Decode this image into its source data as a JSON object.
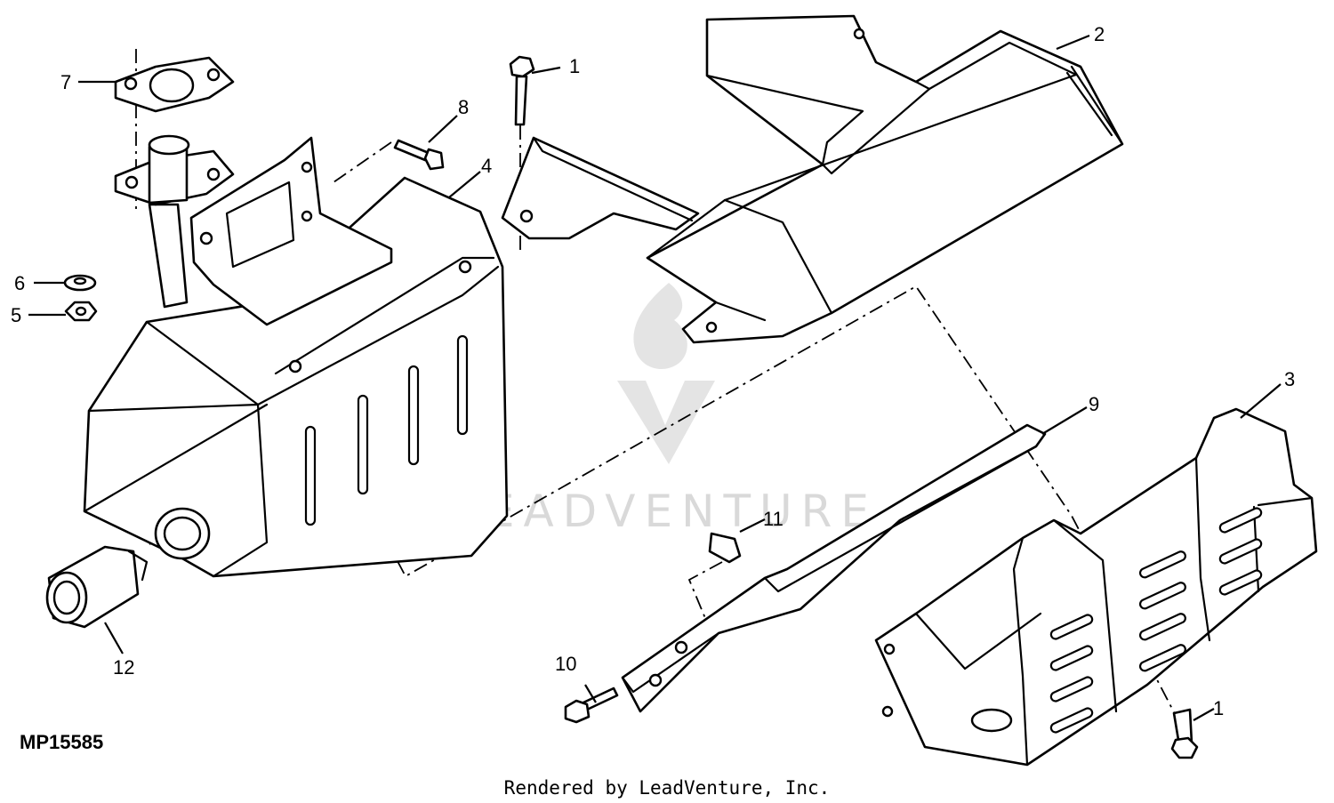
{
  "diagram": {
    "figure_id": "MP15585",
    "footer": "Rendered by LeadVenture, Inc.",
    "watermark": "LEADVENTURE",
    "callouts": [
      {
        "id": "c1a",
        "label": "1"
      },
      {
        "id": "c2",
        "label": "2"
      },
      {
        "id": "c3",
        "label": "3"
      },
      {
        "id": "c4",
        "label": "4"
      },
      {
        "id": "c5",
        "label": "5"
      },
      {
        "id": "c6",
        "label": "6"
      },
      {
        "id": "c7",
        "label": "7"
      },
      {
        "id": "c8",
        "label": "8"
      },
      {
        "id": "c9",
        "label": "9"
      },
      {
        "id": "c10",
        "label": "10"
      },
      {
        "id": "c11",
        "label": "11"
      },
      {
        "id": "c12",
        "label": "12"
      },
      {
        "id": "c1b",
        "label": "1"
      }
    ]
  }
}
